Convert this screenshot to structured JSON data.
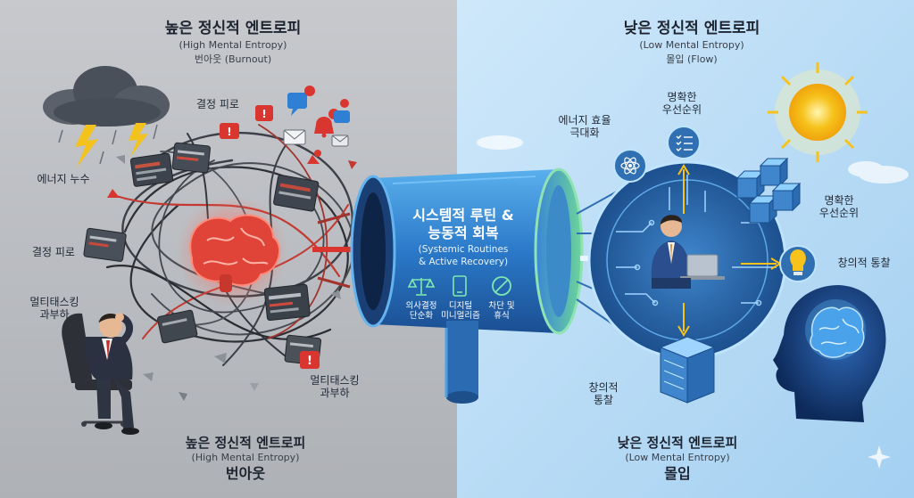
{
  "left": {
    "title_ko": "높은 정신적 엔트로피",
    "title_en": "(High Mental Entropy)",
    "subtitle": "번아웃 (Burnout)",
    "bottom_title_ko": "높은 정신적 엔트로피",
    "bottom_title_en": "(High Mental Entropy)",
    "bottom_subtitle": "번아웃",
    "labels": {
      "decision_fatigue_top": "결정 피로",
      "energy_leak": "에너지 누수",
      "decision_fatigue_mid": "결정 피로",
      "multitasking_left": [
        "멀티태스킹",
        "과부하"
      ],
      "multitasking_bottom": [
        "멀티태스킹",
        "과부하"
      ]
    }
  },
  "center": {
    "title_line1": "시스템적 루틴 &",
    "title_line2": "능동적 회복",
    "subtitle_line1": "(Systemic Routines",
    "subtitle_line2": "& Active Recovery)",
    "items": [
      {
        "icon": "scale-icon",
        "lines": [
          "의사결정",
          "단순화"
        ]
      },
      {
        "icon": "phone-icon",
        "lines": [
          "디지털",
          "미니멀리즘"
        ]
      },
      {
        "icon": "block-icon",
        "lines": [
          "차단 및",
          "휴식"
        ]
      }
    ]
  },
  "right": {
    "title_ko": "낮은 정신적 엔트로피",
    "title_en": "(Low Mental Entropy)",
    "subtitle": "몰입 (Flow)",
    "bottom_title_ko": "낮은 정신적 엔트로피",
    "bottom_title_en": "(Low Mental Entropy)",
    "bottom_subtitle": "몰입",
    "labels": {
      "energy_efficiency": [
        "에너지 효율",
        "극대화"
      ],
      "clear_priority_top": [
        "명확한",
        "우선순위"
      ],
      "clear_priority_right": [
        "명확한",
        "우선순위"
      ],
      "creative_insight_right": "창의적 통찰",
      "creative_insight_bottom": [
        "창의적",
        "통찰"
      ]
    }
  },
  "colors": {
    "left_bg": "#b9bcc1",
    "right_bg": "#b8dcf5",
    "pipe": "#2c7fd0",
    "pipe_green": "#5fce8e",
    "brain_red": "#e8463c",
    "alert_red": "#d9362f",
    "circuit_blue": "#2f6fb2",
    "sun": "#f6c21b"
  }
}
